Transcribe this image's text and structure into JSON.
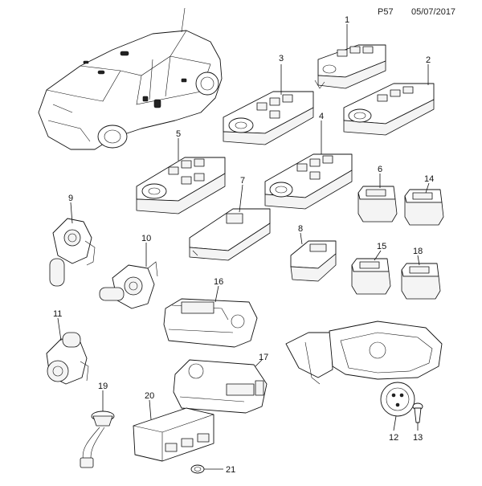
{
  "header": {
    "page_code": "P57",
    "date": "05/07/2017"
  },
  "callouts": {
    "c1": "1",
    "c2": "2",
    "c3": "3",
    "c4": "4",
    "c5": "5",
    "c6": "6",
    "c7": "7",
    "c8": "8",
    "c9": "9",
    "c10": "10",
    "c11": "11",
    "c12": "12",
    "c13": "13",
    "c14": "14",
    "c15": "15",
    "c16": "16",
    "c17": "17",
    "c18": "18",
    "c19": "19",
    "c20": "20",
    "c21": "21"
  }
}
